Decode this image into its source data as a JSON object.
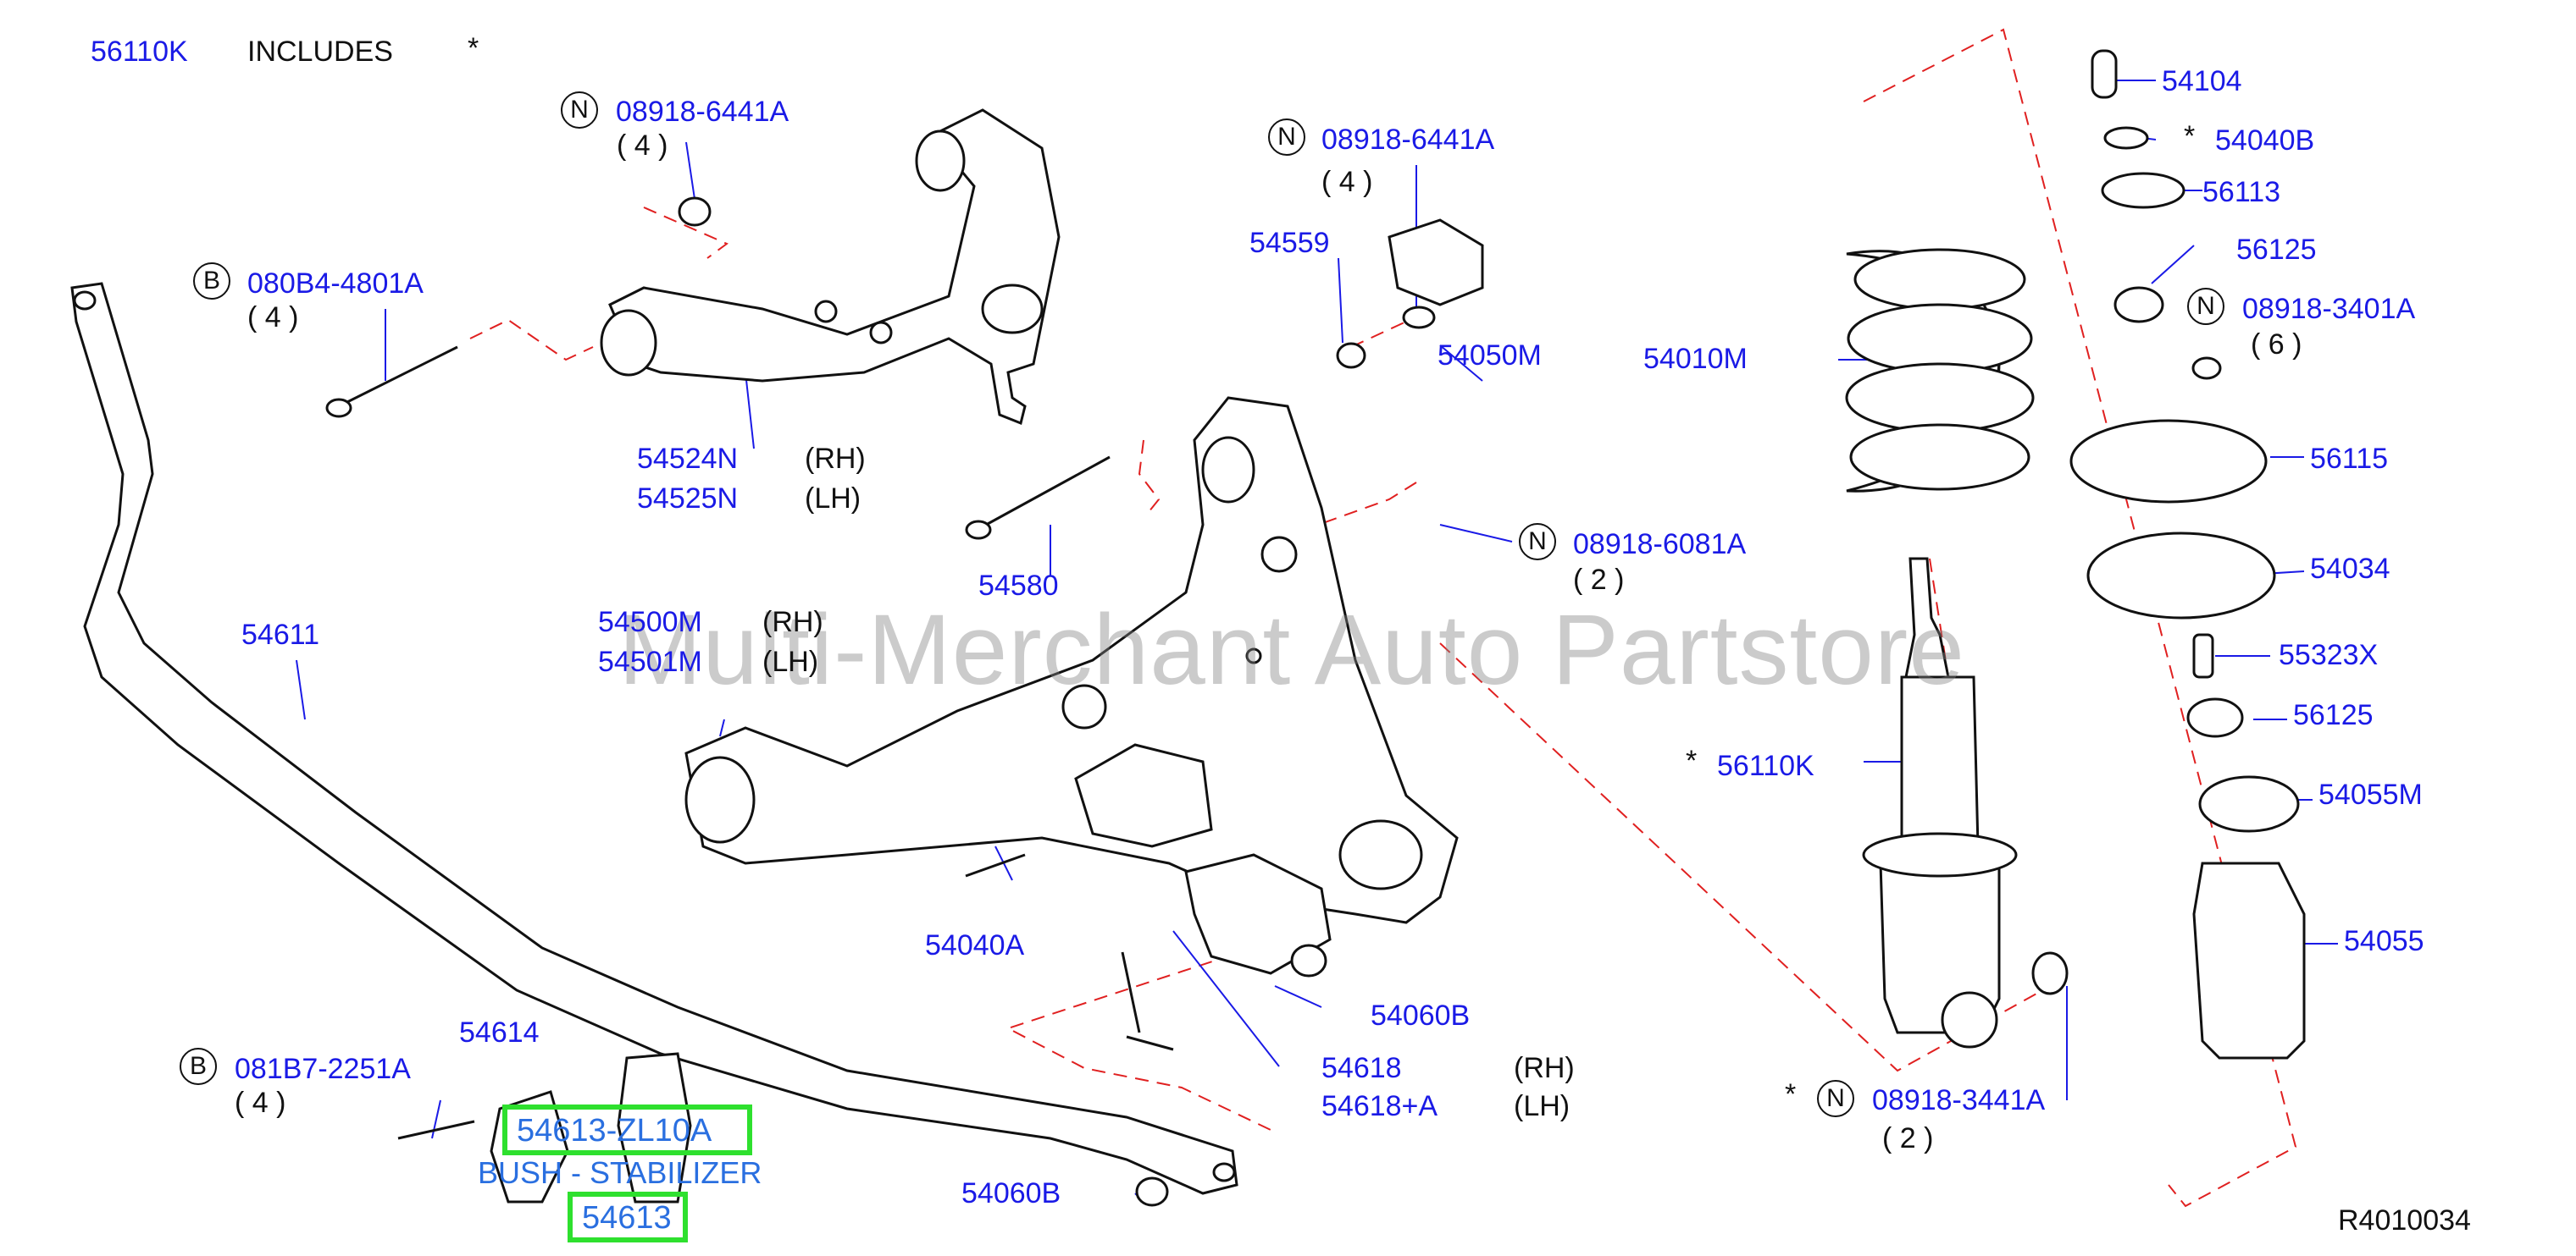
{
  "header": {
    "part": "56110K",
    "includes": "INCLUDES",
    "star": "*"
  },
  "watermark": "Multi-Merchant Auto Partstore",
  "diagram_code": "R4010034",
  "tooltip": {
    "part": "54613-ZL10A",
    "desc": "BUSH - STABILIZER",
    "ref": "54613"
  },
  "callouts": {
    "c1": {
      "badge": "N",
      "part": "08918-6441A",
      "qty": "( 4 )"
    },
    "c2": {
      "badge": "B",
      "part": "080B4-4801A",
      "qty": "( 4 )"
    },
    "c3": {
      "part": "54524N",
      "side": "(RH)"
    },
    "c4": {
      "part": "54525N",
      "side": "(LH)"
    },
    "c5": {
      "badge": "N",
      "part": "08918-6441A",
      "qty": "( 4 )"
    },
    "c6": {
      "part": "54559"
    },
    "c7": {
      "part": "54050M"
    },
    "c8": {
      "part": "54580"
    },
    "c9": {
      "badge": "N",
      "part": "08918-6081A",
      "qty": "( 2 )"
    },
    "c10": {
      "part": "54611"
    },
    "c11": {
      "part": "54500M",
      "side": "(RH)"
    },
    "c12": {
      "part": "54501M",
      "side": "(LH)"
    },
    "c13": {
      "part": "54040A"
    },
    "c14": {
      "part": "54060B"
    },
    "c15": {
      "part": "54618",
      "side": "(RH)"
    },
    "c16": {
      "part": "54618+A",
      "side": "(LH)"
    },
    "c17": {
      "badge": "B",
      "part": "081B7-2251A",
      "qty": "( 4 )"
    },
    "c18": {
      "part": "54614"
    },
    "c19": {
      "part": "54060B"
    },
    "c20": {
      "part": "54010M"
    },
    "c21": {
      "star": "*",
      "part": "56110K"
    },
    "c22": {
      "star": "*",
      "badge": "N",
      "part": "08918-3441A",
      "qty": "( 2 )"
    },
    "c23": {
      "part": "54104"
    },
    "c24": {
      "star": "*",
      "part": "54040B"
    },
    "c25": {
      "part": "56113"
    },
    "c26": {
      "part": "56125"
    },
    "c27": {
      "badge": "N",
      "part": "08918-3401A",
      "qty": "( 6 )"
    },
    "c28": {
      "part": "56115"
    },
    "c29": {
      "part": "54034"
    },
    "c30": {
      "part": "55323X"
    },
    "c31": {
      "part": "56125"
    },
    "c32": {
      "part": "54055M"
    },
    "c33": {
      "part": "54055"
    }
  },
  "colors": {
    "part_text": "#1a1ae6",
    "dash": "#e02020",
    "highlight": "#2ee02e",
    "tooltip_text": "#2a6fe0"
  }
}
